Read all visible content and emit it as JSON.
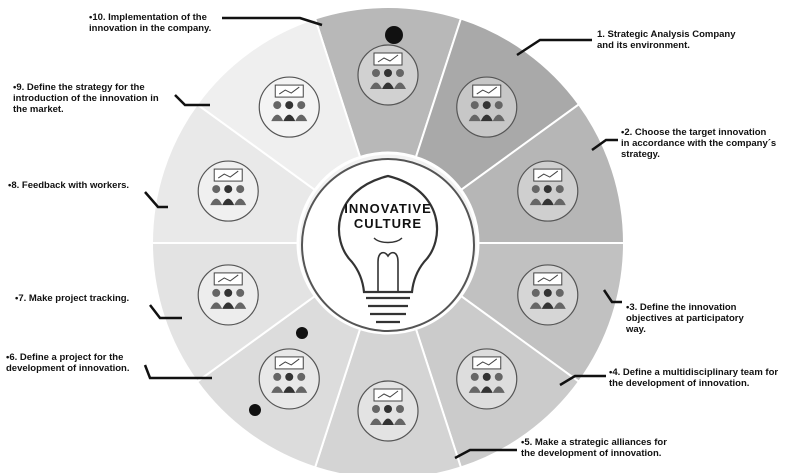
{
  "center": {
    "line1": "INNOVATIVE",
    "line2": "CULTURE"
  },
  "colors": {
    "ring_outer": "#d2d2d2",
    "ring_inner": "#f2f2f2",
    "leader": "#111111",
    "sectors": [
      "#a9a9a9",
      "#b6b6b6",
      "#c1c1c1",
      "#cbcbcb",
      "#d4d4d4",
      "#dcdcdc",
      "#e3e3e3",
      "#e9e9e9",
      "#efefef",
      "#b8b8b8"
    ]
  },
  "steps": [
    {
      "id": 1,
      "text": "1.  Strategic  Analysis  Company\nand its environment.",
      "icon": "presentation-icon"
    },
    {
      "id": 2,
      "text": "•2.  Choose  the  target  innovation\nin accordance with the company´s\nstrategy.",
      "icon": "target-icon"
    },
    {
      "id": 3,
      "text": "•3.  Define  the  innovation\nobjectives  at  participatory\nway.",
      "icon": "meeting-table-icon"
    },
    {
      "id": 4,
      "text": "•4.  Define a multidisciplinary team for\nthe development of innovation.",
      "icon": "team-cycle-icon"
    },
    {
      "id": 5,
      "text": "•5.   Make  a  strategic  alliances  for\nthe development of innovation.",
      "icon": "handshake-icon"
    },
    {
      "id": 6,
      "text": "•6.  Define  a  project  for  the\ndevelopment of innovation.",
      "icon": "project-board-icon"
    },
    {
      "id": 7,
      "text": "•7.   Make project tracking.",
      "icon": "tracking-icon"
    },
    {
      "id": 8,
      "text": "•8.   Feedback with workers.",
      "icon": "feedback-icon"
    },
    {
      "id": 9,
      "text": "•9.  Define  the  strategy  for  the\nintroduction of the innovation in\nthe market.",
      "icon": "strategy-circle-icon"
    },
    {
      "id": 10,
      "text": "•10.  Implementation  of  the\ninnovation in the company.",
      "icon": "lightbulb-money-icon"
    }
  ]
}
